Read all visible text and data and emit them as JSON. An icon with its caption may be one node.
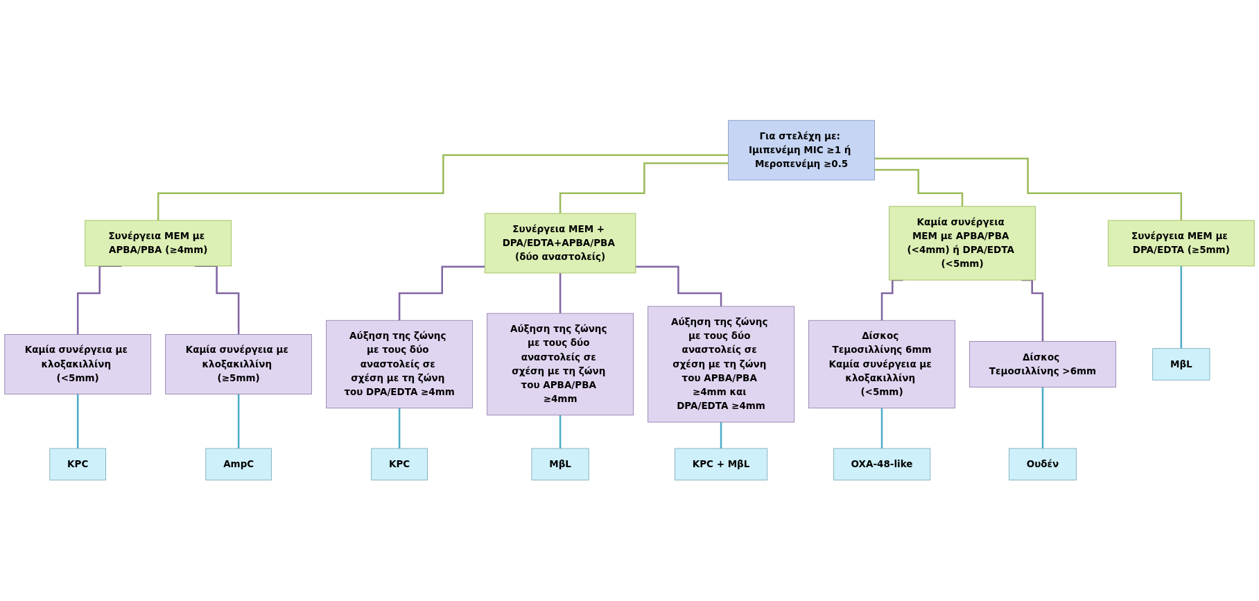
{
  "diagram": {
    "nodes": [
      {
        "text": [
          "Για στελέχη με: Ιμιπενέμη MIC ≥1 ή Μεροπενέμη ≥0.5"
        ]
      },
      {
        "text": [
          "Συνέργεια MEM με APBA/PBA (≥4mm)"
        ]
      },
      {
        "text": [
          "Συνέργεια MEM με DPA/EDTA (≥5mm)"
        ]
      },
      {
        "text": [
          "Συνέργεια MEM + DPA/EDTA+APBA/PBA (δύο αναστολείς)"
        ]
      },
      {
        "text": [
          "Καμία συνέργεια MEM με APBA/PBA (<4mm) ή DPA/EDTA (<5mm)"
        ]
      },
      {
        "text": [
          "Καμία συνέργεια με κλοξακιλλίνη (<5mm)"
        ]
      },
      {
        "text": [
          "Καμία συνέργεια με κλοξακιλλίνη (≥5mm)"
        ]
      },
      {
        "text": [
          "Αύξηση της ζώνης με τους δύο αναστολείς σε σχέση με τη ζώνη του DPA/EDTA ≥4mm"
        ]
      },
      {
        "text": [
          "Αύξηση της ζώνης με τους δύο αναστολείς σε σχέση με τη ζώνη του APBA/PBA ≥4mm"
        ]
      },
      {
        "text": [
          "Αύξηση της ζώνης με τους δύο αναστολείς σε σχέση με τη ζώνη του APBA/PBA ≥4mm και DPA/EDTA ≥4mm"
        ]
      },
      {
        "text": [
          "Δίσκος Τεμοσιλλίνης 6mm",
          "Καμία συνέργεια με κλοξακιλλίνη (<5mm)"
        ]
      },
      {
        "text": [
          "Δίσκος Τεμοσιλλίνης >6mm"
        ]
      },
      {
        "text": [
          "KPC"
        ]
      },
      {
        "text": [
          "AmpC"
        ]
      },
      {
        "text": [
          "MβL"
        ]
      },
      {
        "text": [
          "KPC"
        ]
      },
      {
        "text": [
          "MβL"
        ]
      },
      {
        "text": [
          "KPC + MβL"
        ]
      },
      {
        "text": [
          "OXA-48-like"
        ]
      },
      {
        "text": [
          "Ουδέν"
        ]
      }
    ],
    "edges": [
      {
        "from": 0,
        "to": 1,
        "arrow": "none",
        "color": "#9bbb59"
      },
      {
        "from": 0,
        "to": 2,
        "arrow": "none",
        "color": "#9bbb59"
      },
      {
        "from": 0,
        "to": 3,
        "arrow": "none",
        "color": "#9bbb59"
      },
      {
        "from": 0,
        "to": 4,
        "arrow": "none",
        "color": "#9bbb59"
      },
      {
        "from": 1,
        "to": 5,
        "arrow": "none",
        "color": "#8064a2"
      },
      {
        "from": 1,
        "to": 6,
        "arrow": "none",
        "color": "#8064a2"
      },
      {
        "from": 3,
        "to": 7,
        "arrow": "none",
        "color": "#8064a2"
      },
      {
        "from": 3,
        "to": 8,
        "arrow": "none",
        "color": "#8064a2"
      },
      {
        "from": 3,
        "to": 9,
        "arrow": "none",
        "color": "#8064a2"
      },
      {
        "from": 4,
        "to": 10,
        "arrow": "none",
        "color": "#8064a2"
      },
      {
        "from": 4,
        "to": 11,
        "arrow": "none",
        "color": "#8064a2"
      },
      {
        "from": 5,
        "to": 12,
        "arrow": "none",
        "color": "#4bacc6"
      },
      {
        "from": 6,
        "to": 13,
        "arrow": "none",
        "color": "#4bacc6"
      },
      {
        "from": 2,
        "to": 14,
        "arrow": "none",
        "color": "#4bacc6"
      },
      {
        "from": 7,
        "to": 15,
        "arrow": "none",
        "color": "#4bacc6"
      },
      {
        "from": 8,
        "to": 16,
        "arrow": "none",
        "color": "#4bacc6"
      },
      {
        "from": 9,
        "to": 17,
        "arrow": "none",
        "color": "#4bacc6"
      },
      {
        "from": 10,
        "to": 18,
        "arrow": "none",
        "color": "#4bacc6"
      },
      {
        "from": 11,
        "to": 19,
        "arrow": "none",
        "color": "#4bacc6"
      }
    ]
  }
}
